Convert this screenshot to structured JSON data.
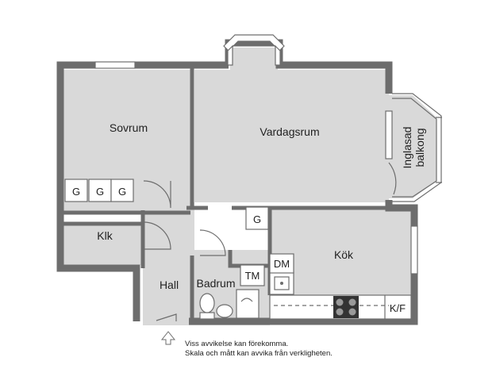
{
  "rooms": {
    "sovrum": "Sovrum",
    "vardagsrum": "Vardagsrum",
    "balkong_line1": "Inglasad",
    "balkong_line2": "balkong",
    "klk": "Klk",
    "kok": "Kök",
    "hall": "Hall",
    "badrum": "Badrum"
  },
  "fixtures": {
    "wardrobe": "G",
    "tm": "TM",
    "dm": "DM",
    "kf": "K/F"
  },
  "notes": {
    "line1": "Viss avvikelse kan förekomma.",
    "line2": "Skala och mått kan avvika från verkligheten."
  },
  "colors": {
    "room_fill": "#d9d9d9",
    "wall": "#6d6d6d"
  }
}
